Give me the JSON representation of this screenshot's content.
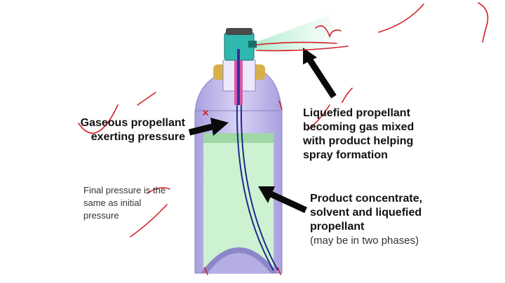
{
  "labels": {
    "gaseous_propellant": [
      "Gaseous propellant",
      "exerting pressure"
    ],
    "liquefied_propellant": [
      "Liquefied propellant",
      "becoming gas mixed",
      "with product helping",
      "spray formation"
    ],
    "product_concentrate": [
      "Product concentrate,",
      "solvent and liquefied",
      "propellant"
    ],
    "product_note": "(may be in two phases)",
    "final_pressure": [
      "Final pressure is the",
      "same as initial",
      "pressure"
    ]
  },
  "colors": {
    "can_body": "#c9c3ee",
    "liquid": "#cdf2d2",
    "annotation_ink": "#d4202a",
    "tube": "#1f2a8a",
    "valve_cap": "#2fb8b0",
    "crimp_gold": "#d8b04a",
    "spray": "#c6f1d8",
    "arrow": "#0a0a0a"
  }
}
